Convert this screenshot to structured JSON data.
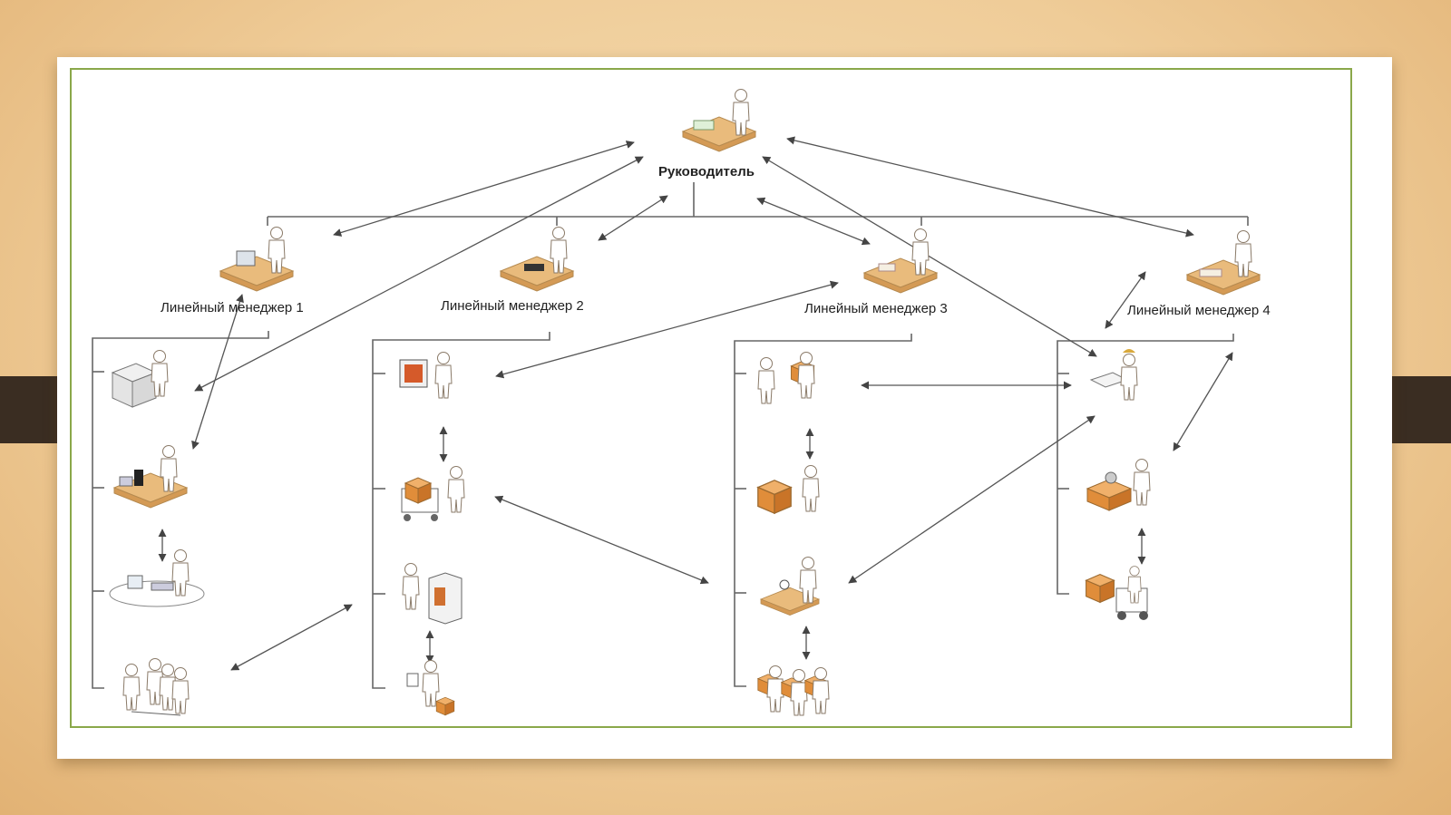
{
  "head": {
    "label": "Руководитель"
  },
  "managers": [
    {
      "label": "Линейный менеджер 1"
    },
    {
      "label": "Линейный менеджер 2"
    },
    {
      "label": "Линейный менеджер 3"
    },
    {
      "label": "Линейный менеджер 4"
    }
  ],
  "colors": {
    "frame_border": "#8aa84a",
    "line": "#555555",
    "desk": "#e8b878",
    "box": "#e79a45",
    "figure": "#ffffff"
  },
  "icons": [
    "executive-desk-icon",
    "manager-desk-icon",
    "computer-worker-icon",
    "microscope-worker-icon",
    "lab-bench-icon",
    "team-group-icon",
    "monitor-operator-icon",
    "cart-worker-icon",
    "server-rack-icon",
    "courier-icon",
    "box-handover-icon",
    "packing-worker-icon",
    "inspection-worker-icon",
    "box-carriers-icon",
    "surveyor-icon",
    "machine-operator-icon",
    "forklift-icon"
  ]
}
